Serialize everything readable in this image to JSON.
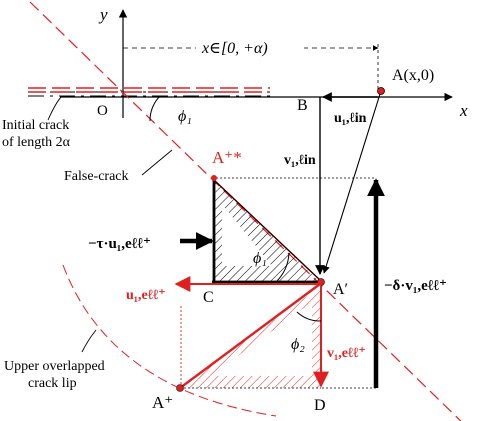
{
  "colors": {
    "black": "#000000",
    "red": "#e02020",
    "white": "#ffffff"
  },
  "axes": {
    "y": "y",
    "x": "x"
  },
  "labels": {
    "x_range": "x∈[0, +α)",
    "point_A": "A(x,0)",
    "origin": "O",
    "B": "B",
    "C": "C",
    "D": "D",
    "A_prime": "A′",
    "A_star": "A⁺*",
    "A_plus": "A⁺",
    "phi1_axis": "ϕ₁",
    "phi1_triangle": "ϕ₁",
    "phi2": "ϕ₂",
    "initial_crack_line1": "Initial crack",
    "initial_crack_line2": "of length 2α",
    "false_crack": "False-crack",
    "upper_lip_line1": "Upper overlapped",
    "upper_lip_line2": "crack lip",
    "u_lin": "u₁,ℓin",
    "v_lin": "v₁,ℓin",
    "tau_force": "−τ·u₁,eℓℓ⁺",
    "u_ell": "u₁,eℓℓ⁺",
    "v_ell": "v₁,eℓℓ⁺",
    "delta_force": "−δ·v₁,eℓℓ⁺"
  }
}
